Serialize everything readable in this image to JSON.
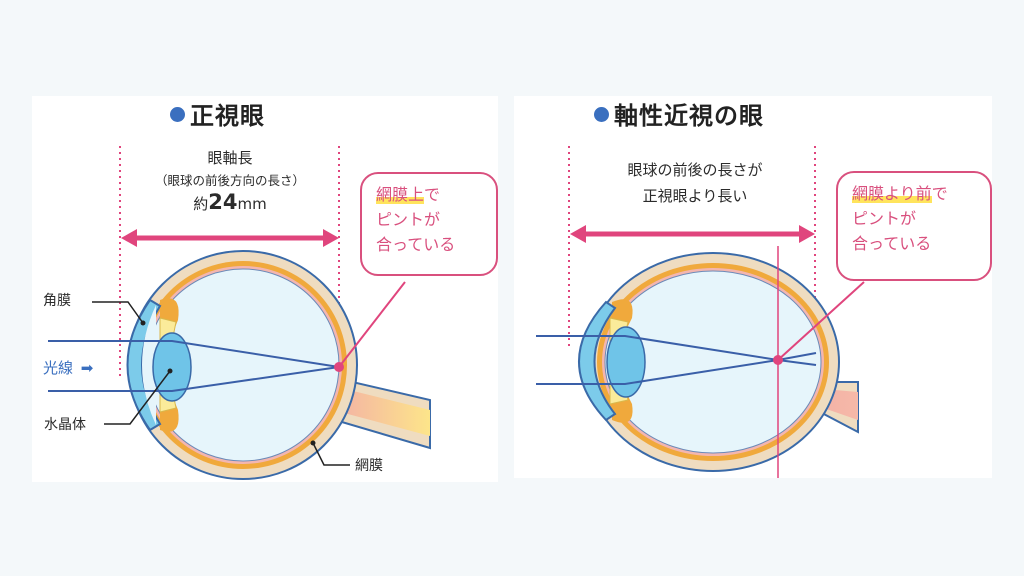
{
  "colors": {
    "background": "#f4f8fa",
    "panel": "#ffffff",
    "accent_pink": "#e0457d",
    "title_dot_blue": "#3a6fbf",
    "ray_blue": "#3a5fa8",
    "sclera": "#efdcc0",
    "choroid_orange": "#f0a93c",
    "retina_pink": "#f3b6b0",
    "vitreous": "#e6f5fb",
    "cornea_lens": "#7ccbea",
    "highlight_yellow": "#ffe45c"
  },
  "left": {
    "title": "正視眼",
    "axial_label": "眼軸長",
    "axial_sub": "（眼球の前後方向の長さ）",
    "length_prefix": "約",
    "length_value": "24",
    "length_unit": "mm",
    "callout": {
      "highlight": "網膜上",
      "line1_rest": "で",
      "line2": "ピントが",
      "line3": "合っている"
    },
    "labels": {
      "cornea": "角膜",
      "light": "光線",
      "light_arrow": "➡",
      "lens": "水晶体",
      "retina": "網膜"
    }
  },
  "right": {
    "title": "軸性近視の眼",
    "desc_line1": "眼球の前後の長さが",
    "desc_line2": "正視眼より長い",
    "callout": {
      "highlight": "網膜より前",
      "line1_rest": "で",
      "line2": "ピントが",
      "line3": "合っている"
    }
  }
}
